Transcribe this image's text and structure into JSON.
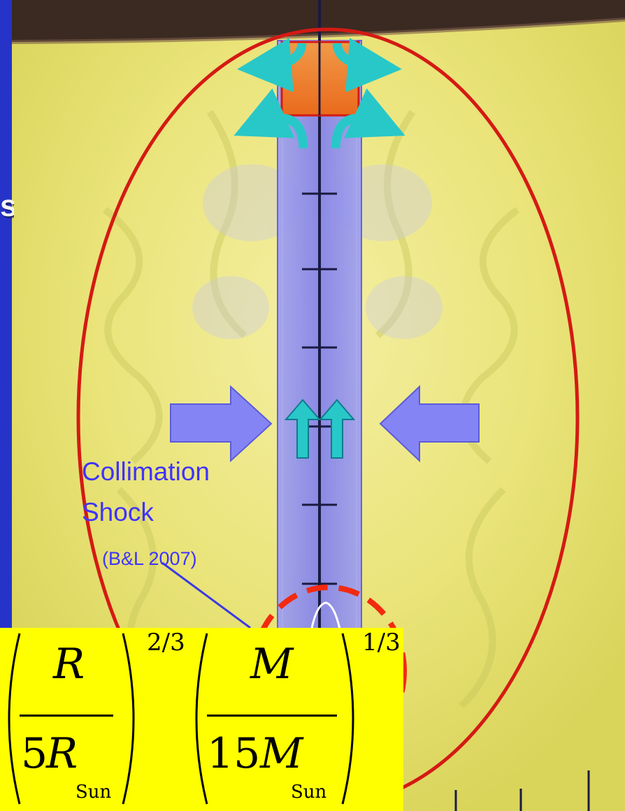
{
  "title_fragment": "s",
  "labels": {
    "collimation": "Collimation",
    "shock": "Shock",
    "reference": "(B&L 2007)"
  },
  "formula": {
    "term1": {
      "numerator": "R",
      "denominator_coefficient": "5",
      "denominator_symbol": "R",
      "denominator_subscript": "Sun",
      "exponent": "2/3"
    },
    "term2": {
      "numerator": "M",
      "denominator_coefficient": "15",
      "denominator_symbol": "M",
      "denominator_subscript": "Sun",
      "exponent": "1/3"
    }
  },
  "colors": {
    "slide_background": "#2633c9",
    "cocoon": "#f0ea8a",
    "jet": "#8f8ff2",
    "hotspot": "#f07a24",
    "cocoon_outline": "#d41a14",
    "flow_arrows": "#28c8c8",
    "pressure_arrows": "#8484f5",
    "label_text": "#3f33ff",
    "formula_background": "#ffff00"
  },
  "icons": [
    "flow-arrow-icon",
    "pressure-arrow-icon",
    "upward-arrow-icon"
  ]
}
